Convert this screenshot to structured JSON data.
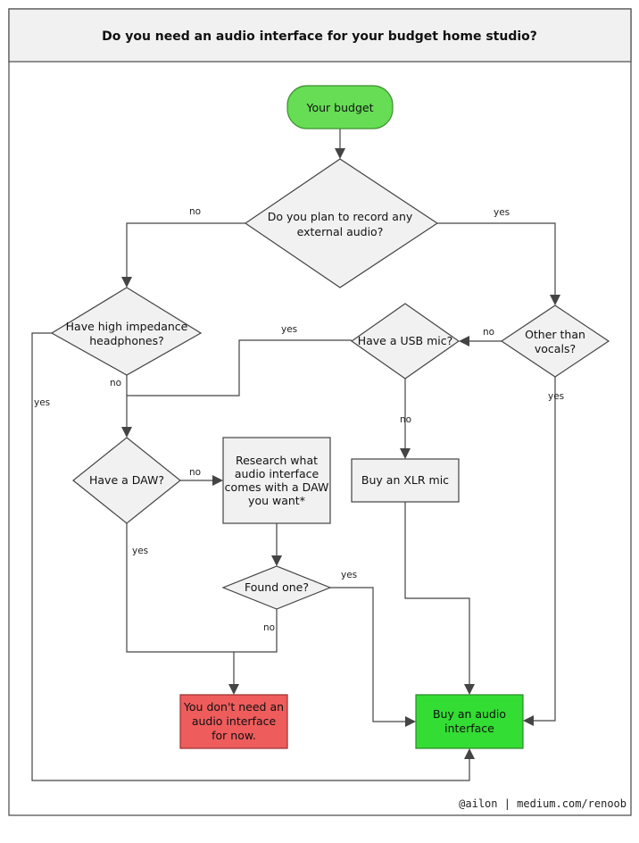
{
  "title": "Do you need an audio interface for your budget home studio?",
  "credit": "@ailon | medium.com/renoob",
  "colors": {
    "start_fill": "#66dd55",
    "start_stroke": "#3f8f30",
    "yes_fill": "#33dd33",
    "yes_stroke": "#2a8a2a",
    "no_fill": "#ee5c5c",
    "no_stroke": "#9a3030",
    "default_fill": "#f1f1f1",
    "line": "#444444"
  },
  "nodes": {
    "start": {
      "shape": "rounded-rect",
      "lines": [
        "Your budget"
      ]
    },
    "external_audio": {
      "shape": "diamond",
      "lines": [
        "Do you plan to record any",
        "external audio?"
      ]
    },
    "high_impedance": {
      "shape": "diamond",
      "lines": [
        "Have high impedance",
        "headphones?"
      ]
    },
    "other_than_vocals": {
      "shape": "diamond",
      "lines": [
        "Other than",
        "vocals?"
      ]
    },
    "usb_mic": {
      "shape": "diamond",
      "lines": [
        "Have a USB mic?"
      ]
    },
    "have_daw": {
      "shape": "diamond",
      "lines": [
        "Have a DAW?"
      ]
    },
    "research": {
      "shape": "rect",
      "lines": [
        "Research what",
        "audio interface",
        "comes with a DAW",
        "you want*"
      ]
    },
    "xlr_mic": {
      "shape": "rect",
      "lines": [
        "Buy an XLR mic"
      ]
    },
    "found_one": {
      "shape": "diamond",
      "lines": [
        "Found one?"
      ]
    },
    "no_need": {
      "shape": "rect",
      "lines": [
        "You don't need an",
        "audio interface",
        "for now."
      ]
    },
    "buy_interface": {
      "shape": "rect",
      "lines": [
        "Buy an audio",
        "interface"
      ]
    }
  },
  "edges": [
    {
      "from": "start",
      "to": "external_audio",
      "label": ""
    },
    {
      "from": "external_audio",
      "to": "high_impedance",
      "label": "no"
    },
    {
      "from": "external_audio",
      "to": "other_than_vocals",
      "label": "yes"
    },
    {
      "from": "other_than_vocals",
      "to": "usb_mic",
      "label": "no"
    },
    {
      "from": "other_than_vocals",
      "to": "buy_interface",
      "label": "yes"
    },
    {
      "from": "usb_mic",
      "to": "have_daw",
      "label": "yes"
    },
    {
      "from": "usb_mic",
      "to": "xlr_mic",
      "label": "no"
    },
    {
      "from": "high_impedance",
      "to": "have_daw",
      "label": "no"
    },
    {
      "from": "high_impedance",
      "to": "buy_interface",
      "label": "yes"
    },
    {
      "from": "have_daw",
      "to": "research",
      "label": "no"
    },
    {
      "from": "have_daw",
      "to": "no_need",
      "label": "yes"
    },
    {
      "from": "research",
      "to": "found_one",
      "label": ""
    },
    {
      "from": "found_one",
      "to": "buy_interface",
      "label": "yes"
    },
    {
      "from": "found_one",
      "to": "no_need",
      "label": "no"
    },
    {
      "from": "xlr_mic",
      "to": "buy_interface",
      "label": ""
    }
  ]
}
